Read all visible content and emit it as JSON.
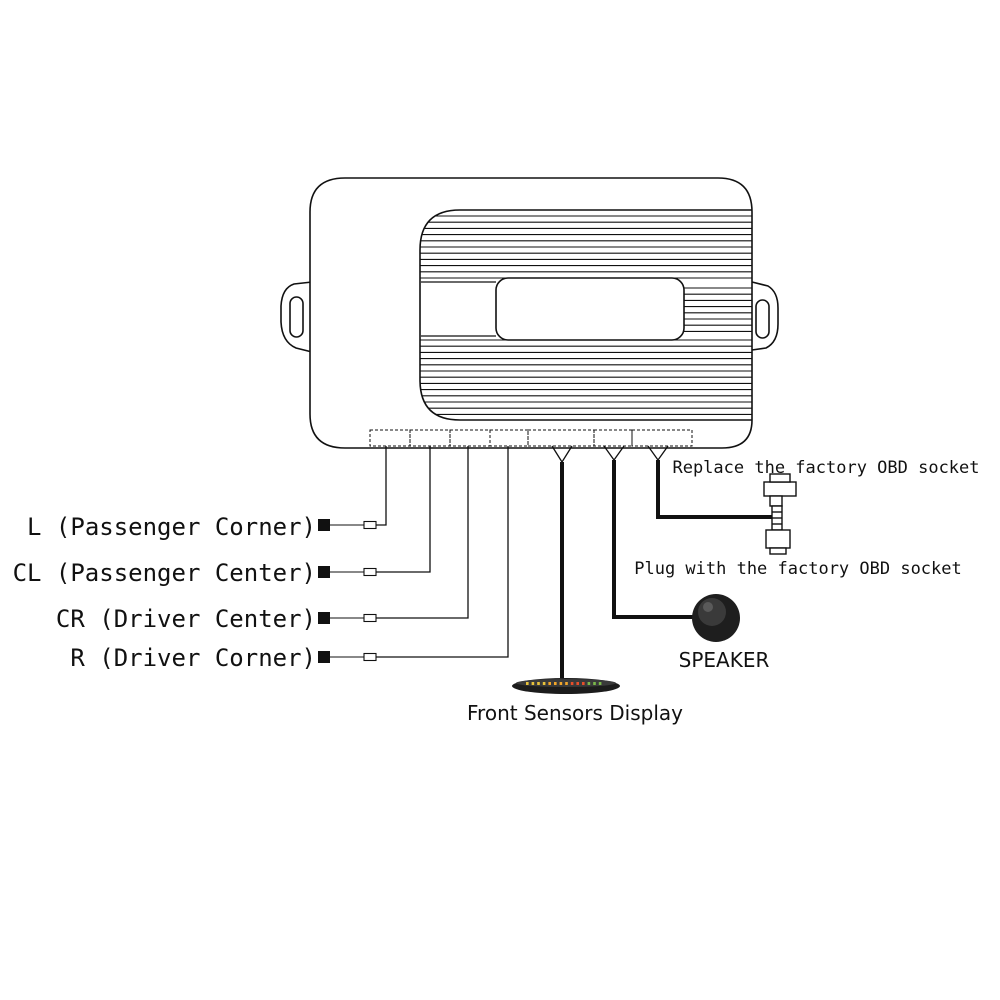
{
  "diagram": {
    "sensors": [
      {
        "id": "L",
        "label": "L (Passenger Corner)"
      },
      {
        "id": "CL",
        "label": "CL (Passenger Center)"
      },
      {
        "id": "CR",
        "label": "CR (Driver Center)"
      },
      {
        "id": "R",
        "label": "R (Driver Corner)"
      }
    ],
    "obd": {
      "replace_label": "Replace the factory OBD socket",
      "plug_label": "Plug with the factory OBD socket"
    },
    "speaker": {
      "label": "SPEAKER"
    },
    "display": {
      "label": "Front Sensors Display"
    },
    "colors": {
      "line": "#111111",
      "display_leds": [
        "#e8c23a",
        "#f2a62a",
        "#e84f2a",
        "#7ab84a"
      ]
    }
  }
}
